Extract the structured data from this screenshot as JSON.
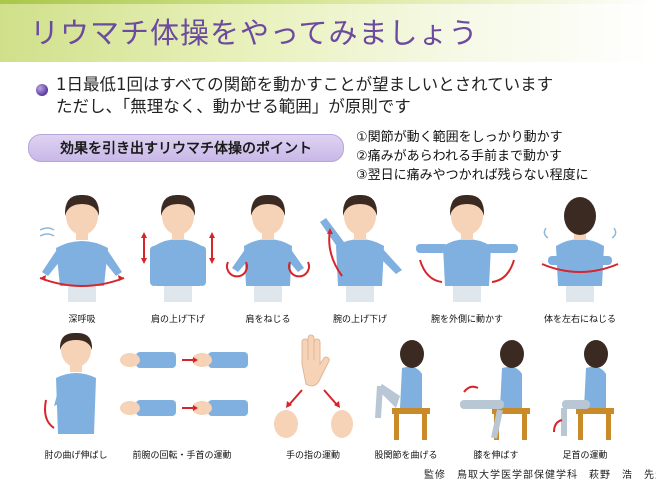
{
  "title": "リウマチ体操をやってみましょう",
  "lead": {
    "line1": "1日最低1回はすべての関節を動かすことが望ましいとされています",
    "line2": "ただし、「無理なく、動かせる範囲」が原則です"
  },
  "badge": "効果を引き出すリウマチ体操のポイント",
  "points": [
    "①関節が動く範囲をしっかり動かす",
    "②痛みがあらわれる手前まで動かす",
    "③翌日に痛みやつかれば残らない程度に"
  ],
  "exercises_row1": [
    "深呼吸",
    "肩の上げ下げ",
    "肩をねじる",
    "腕の上げ下げ",
    "腕を外側に動かす",
    "体を左右にねじる"
  ],
  "exercises_row2": [
    "肘の曲げ伸ばし",
    "前腕の回転・手首の運動",
    "手の指の運動",
    "股関節を曲げる",
    "膝を伸ばす",
    "足首の運動"
  ],
  "credit": "監修　鳥取大学医学部保健学科　萩野　浩　先生",
  "colors": {
    "title": "#6b4aa0",
    "shirt": "#7fb0e0",
    "arrow": "#d7252b",
    "hair": "#3b2a22",
    "skin": "#f6d2b6"
  }
}
